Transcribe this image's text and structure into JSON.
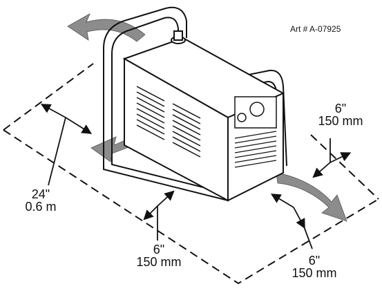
{
  "art_number": "Art # A-07925",
  "clearances": {
    "top_right": {
      "imperial": "6\"",
      "metric": "150 mm"
    },
    "left": {
      "imperial": "24\"",
      "metric": "0.6 m"
    },
    "bottom_middle": {
      "imperial": "6\"",
      "metric": "150 mm"
    },
    "bottom_right": {
      "imperial": "6\"",
      "metric": "150 mm"
    }
  },
  "colors": {
    "line": "#111111",
    "airflow": "#8c8c8c",
    "background": "#ffffff"
  }
}
